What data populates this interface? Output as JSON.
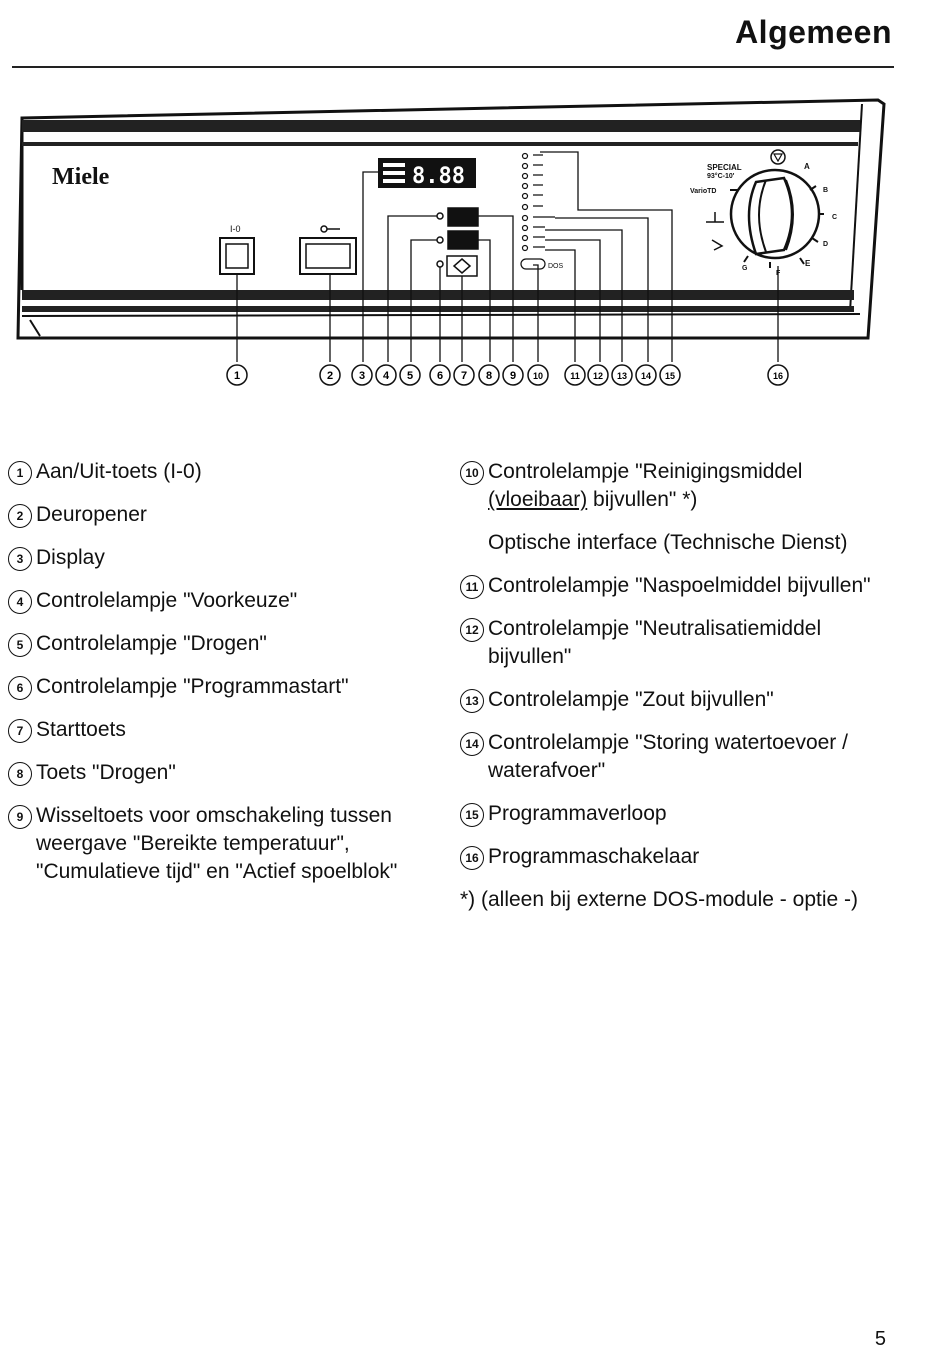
{
  "header": {
    "title": "Algemeen"
  },
  "panel": {
    "brand": "Miele",
    "key_label": "I-0",
    "door_icon": "key-icon",
    "display_digits": "8.88",
    "program_labels": [
      "SPECIAL",
      "93°C-10'",
      "VarioTD",
      "A",
      "B",
      "C",
      "D",
      "E",
      "G",
      "F"
    ],
    "dos_label": "DOS",
    "callouts": [
      "1",
      "2",
      "3",
      "4",
      "5",
      "6",
      "7",
      "8",
      "9",
      "10",
      "11",
      "12",
      "13",
      "14",
      "15",
      "16"
    ]
  },
  "legend_left": [
    {
      "num": "1",
      "text": "Aan/Uit-toets (I-0)"
    },
    {
      "num": "2",
      "text": "Deuropener"
    },
    {
      "num": "3",
      "text": "Display"
    },
    {
      "num": "4",
      "text": "Controlelampje \"Voorkeuze\""
    },
    {
      "num": "5",
      "text": "Controlelampje \"Drogen\""
    },
    {
      "num": "6",
      "text": "Controlelampje \"Programmastart\""
    },
    {
      "num": "7",
      "text": "Starttoets"
    },
    {
      "num": "8",
      "text": "Toets \"Drogen\""
    },
    {
      "num": "9",
      "text": "Wisseltoets voor omschakeling tussen weergave \"Bereikte temperatuur\", \"Cumulatieve tijd\" en \"Actief spoelblok\""
    }
  ],
  "legend_right": {
    "item10": {
      "num": "10",
      "text_before": "Controlelampje \"Reinigingsmiddel ",
      "underlined": "(vloeibaar)",
      "text_after": " bijvullen\" *)"
    },
    "optical": "Optische interface (Technische Dienst)",
    "items": [
      {
        "num": "11",
        "text": "Controlelampje \"Naspoelmiddel bijvullen\""
      },
      {
        "num": "12",
        "text": "Controlelampje \"Neutralisatiemiddel bijvullen\""
      },
      {
        "num": "13",
        "text": "Controlelampje \"Zout bijvullen\""
      },
      {
        "num": "14",
        "text": "Controlelampje \"Storing watertoevoer / waterafvoer\""
      },
      {
        "num": "15",
        "text": "Programmaverloop"
      },
      {
        "num": "16",
        "text": "Programmaschakelaar"
      }
    ],
    "footnote": "*) (alleen bij externe DOS-module - optie -)"
  },
  "page_number": "5"
}
